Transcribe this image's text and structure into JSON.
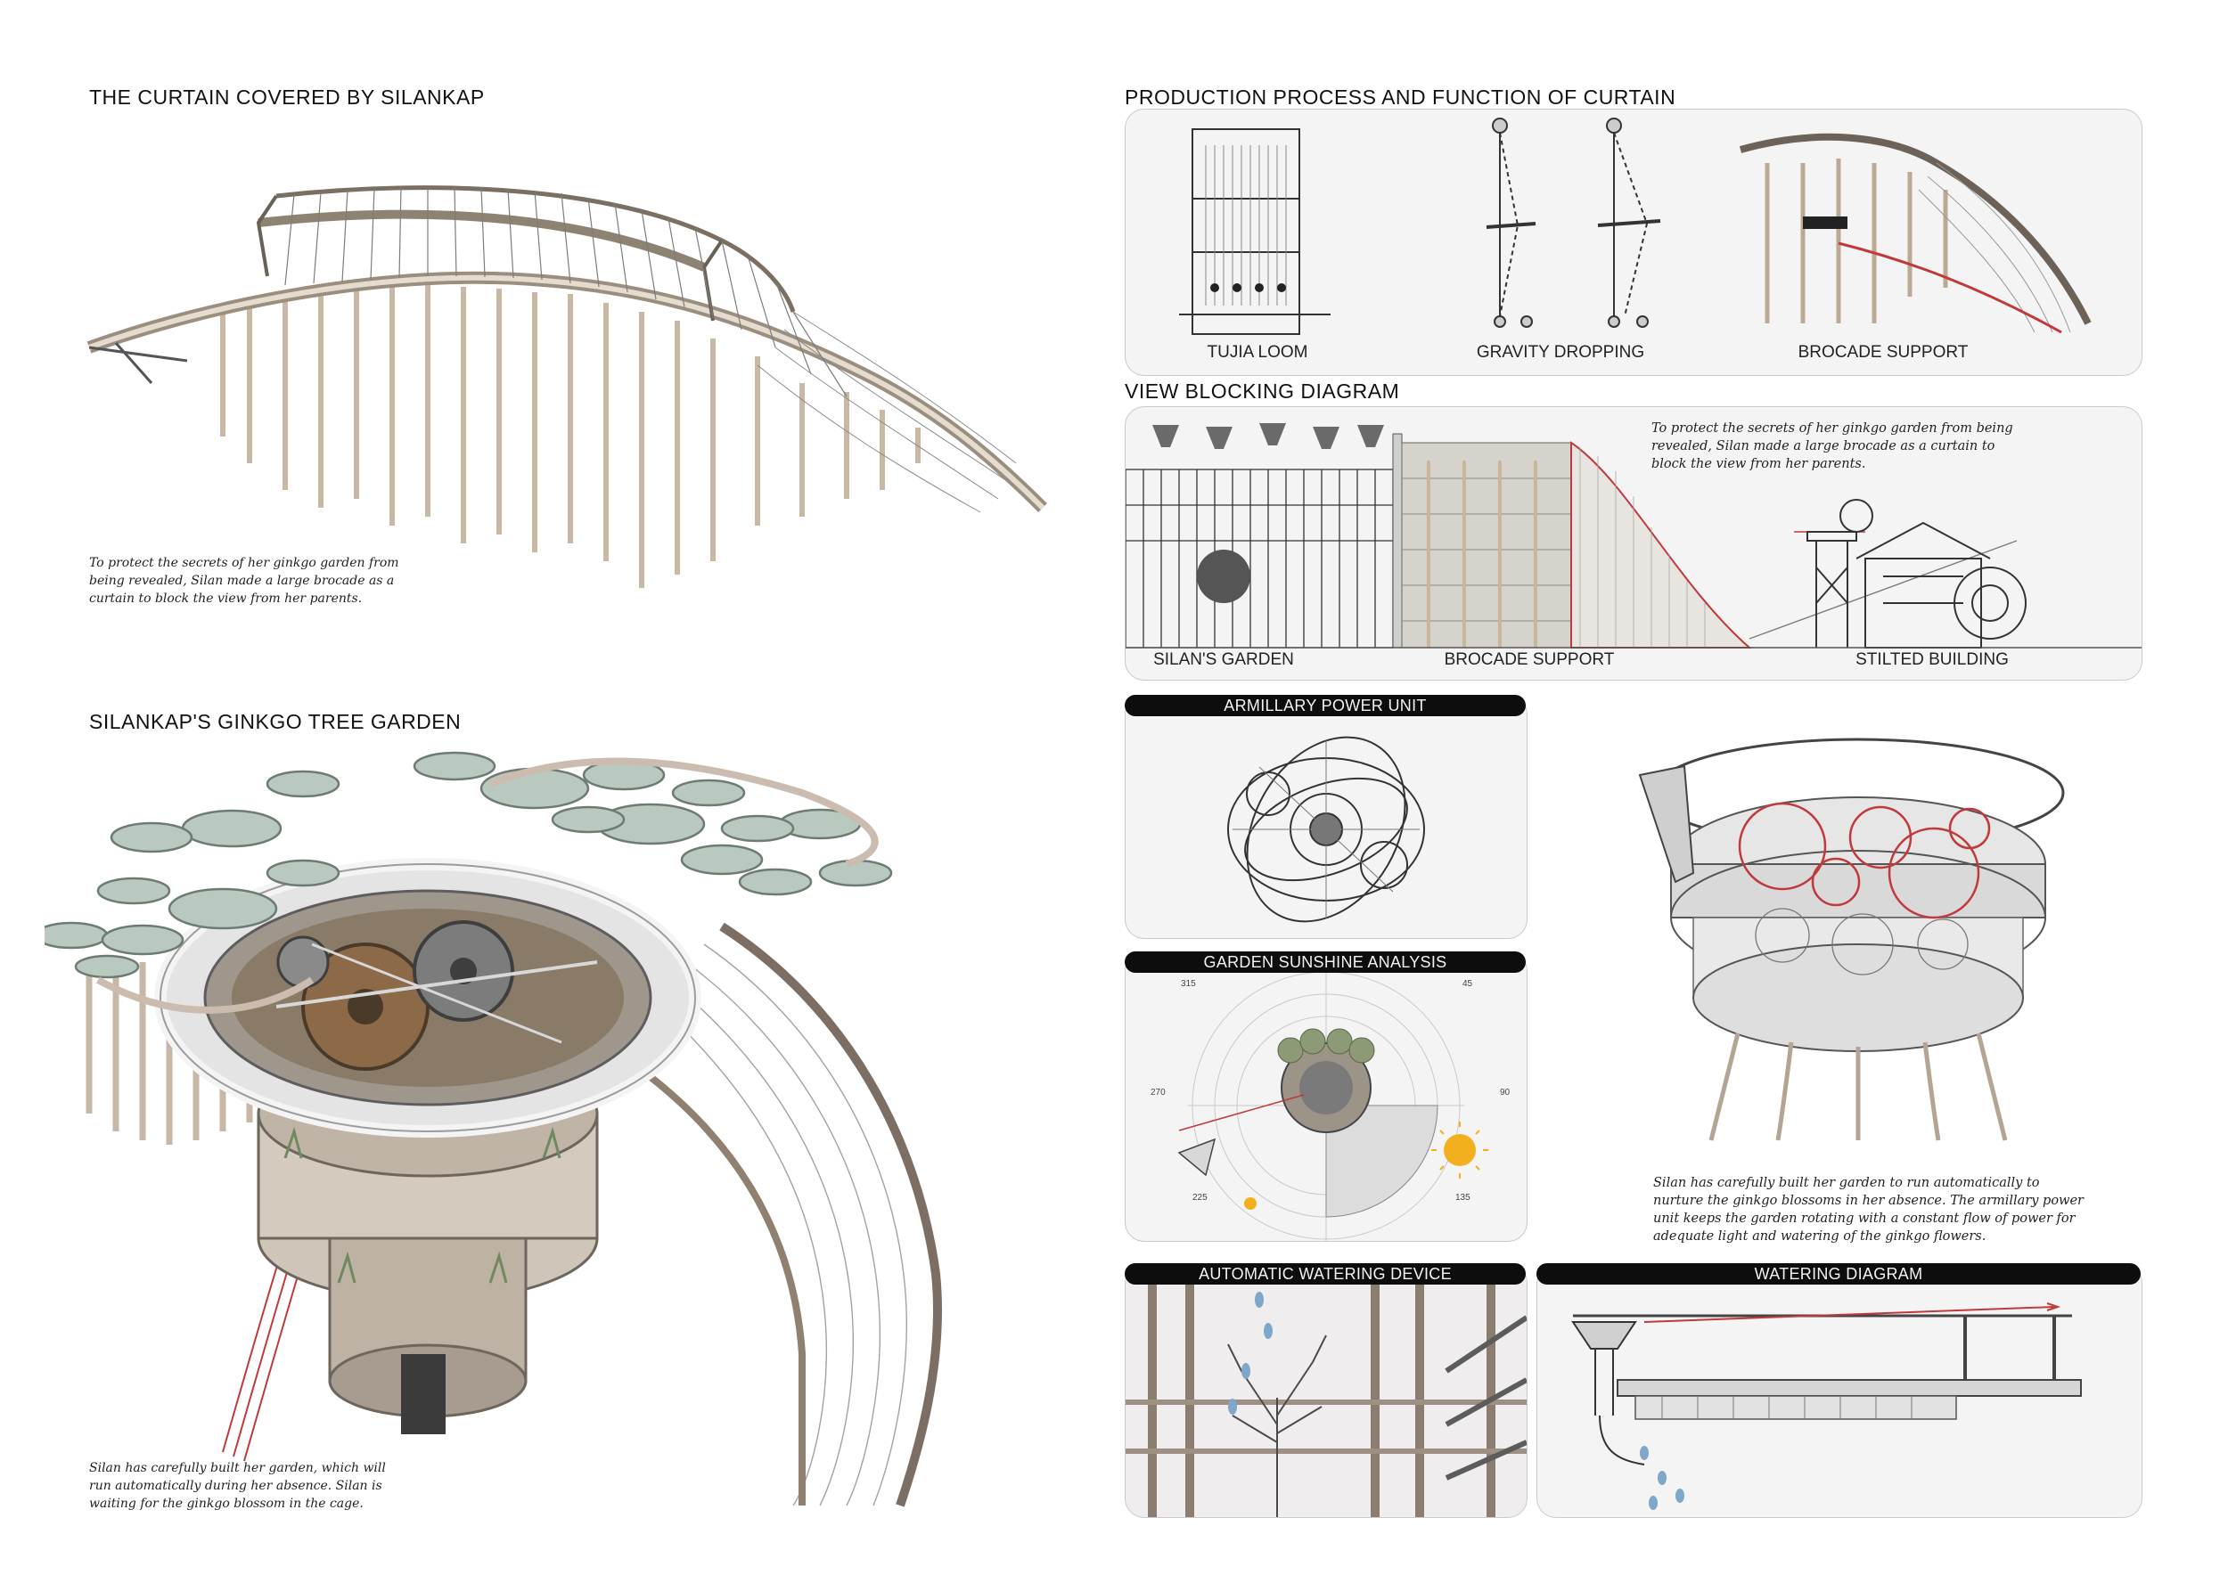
{
  "sections": {
    "curtain_title": "THE CURTAIN COVERED BY SILANKAP",
    "curtain_caption": "To protect the secrets of her ginkgo garden from being revealed, Silan made a large brocade as a curtain to block the view from her parents.",
    "garden_title": "SILANKAP'S GINKGO TREE GARDEN",
    "garden_caption": "Silan has carefully built her garden, which will run automatically during her absence. Silan is waiting for the ginkgo blossom in the cage.",
    "production_title": "PRODUCTION PROCESS AND FUNCTION OF CURTAIN",
    "view_title": "VIEW BLOCKING DIAGRAM"
  },
  "production": {
    "labels": [
      "TUJIA LOOM",
      "GRAVITY DROPPING",
      "BROCADE SUPPORT"
    ]
  },
  "view_blocking": {
    "caption": "To protect the secrets of her ginkgo garden from being revealed, Silan made a large brocade as a curtain to block the view from her parents.",
    "labels": [
      "SILAN'S GARDEN",
      "BROCADE SUPPORT",
      "STILTED BUILDING"
    ]
  },
  "panels": {
    "armillary": "ARMILLARY POWER UNIT",
    "sunshine": "GARDEN SUNSHINE ANALYSIS",
    "watering_device": "AUTOMATIC WATERING DEVICE",
    "watering_diagram": "WATERING DIAGRAM"
  },
  "sunshine_ticks": {
    "t315": "315",
    "t45": "45",
    "t270": "270",
    "t90": "90",
    "t225": "225",
    "t135": "135"
  },
  "mechanism_caption": "Silan has carefully built her garden to run automatically to nurture the ginkgo blossoms in her absence. The armillary power unit keeps the garden rotating with a constant flow of power for adequate light and watering of the ginkgo flowers.",
  "colors": {
    "accent_red": "#c0393b",
    "panel_bg": "#f4f4f4",
    "bar_black": "#0d0d0d",
    "wood": "#c9b9a4",
    "ginkgo_bowl": "#b9c9bf",
    "sun": "#f2b01e"
  }
}
